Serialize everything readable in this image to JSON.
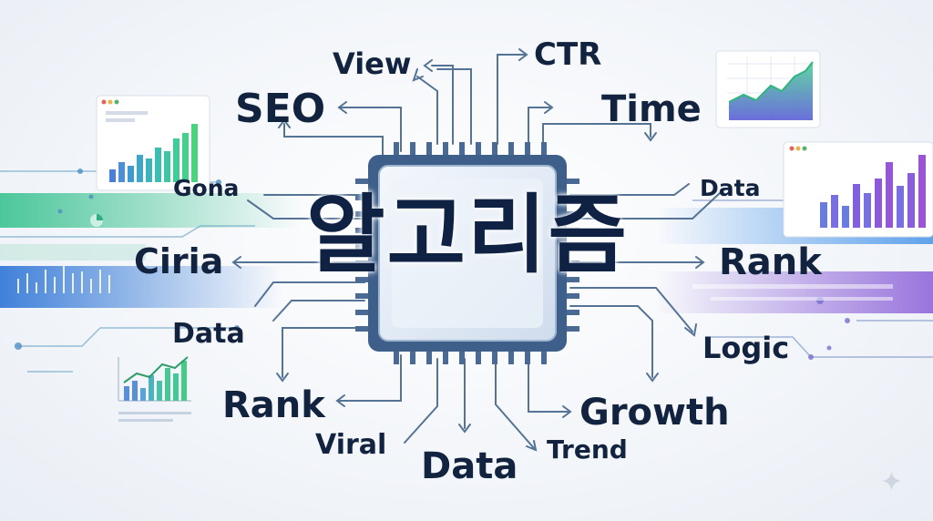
{
  "title": "알고리즘",
  "labels": {
    "view": "View",
    "ctr": "CTR",
    "seo": "SEO",
    "time": "Time",
    "gona": "Gona",
    "data_right_top": "Data",
    "ciria": "Ciria",
    "rank_right": "Rank",
    "data_left": "Data",
    "logic": "Logic",
    "rank_bottom_left": "Rank",
    "growth": "Growth",
    "viral": "Viral",
    "data_bottom": "Data",
    "trend": "Trend"
  },
  "colors": {
    "text": "#12233f",
    "chip_border": "#3d5f8a",
    "chip_fill": "#e4ecf6",
    "line": "#557394",
    "green": "#3fbf8f",
    "blue": "#3b7fe0",
    "purple": "#8a63d8"
  },
  "icons": [
    "sparkle-icon",
    "processor-chip-icon"
  ]
}
